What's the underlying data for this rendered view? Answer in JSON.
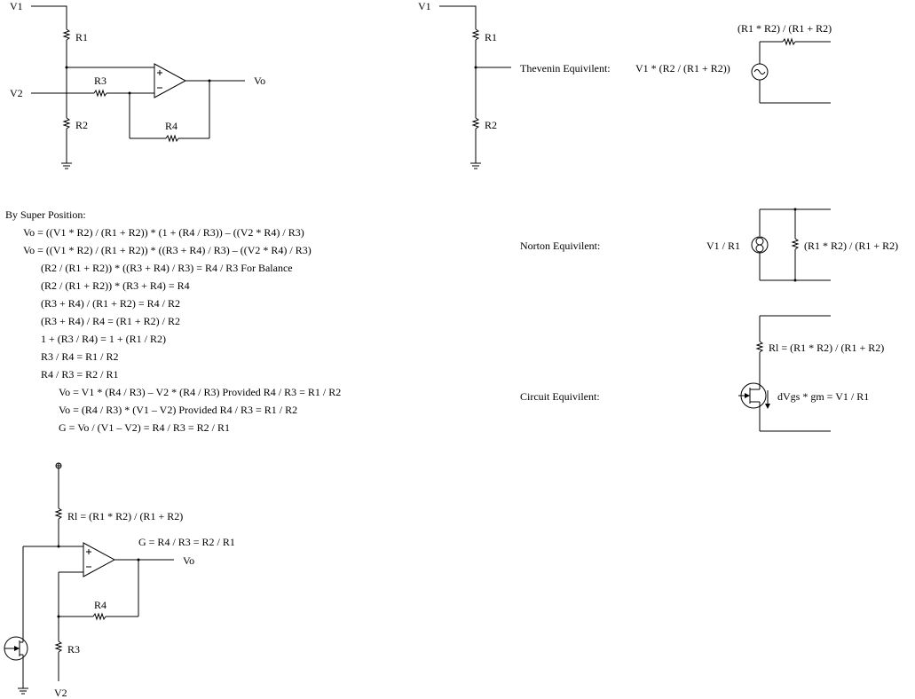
{
  "circuit1": {
    "v1": "V1",
    "v2": "V2",
    "r1": "R1",
    "r2": "R2",
    "r3": "R3",
    "r4": "R4",
    "vo": "Vo"
  },
  "circuit2": {
    "v1": "V1",
    "r1": "R1",
    "r2": "R2",
    "thevenin_label": "Thevenin Equivilent:",
    "thevenin_source": "V1 * (R2 / (R1 + R2))",
    "thevenin_resistor": "(R1 * R2) / (R1 + R2)"
  },
  "norton": {
    "label": "Norton Equivilent:",
    "source": "V1 / R1",
    "resistor": "(R1 * R2) / (R1 + R2)"
  },
  "circuit_equiv": {
    "label": "Circuit Equivilent:",
    "resistor": "Rl = (R1 * R2) / (R1 + R2)",
    "source": "dVgs * gm = V1 / R1"
  },
  "superposition": {
    "heading": "By Super Position:",
    "lines": [
      "Vo = ((V1 * R2) / (R1 + R2)) * (1 + (R4 / R3)) – ((V2 * R4) / R3)",
      "Vo = ((V1 * R2) / (R1 + R2)) * ((R3 + R4) / R3) – ((V2 * R4) / R3)",
      "(R2 / (R1 + R2)) * ((R3 + R4) / R3) = R4 / R3 For Balance",
      "(R2 / (R1 + R2)) * (R3 + R4) = R4",
      "(R3 + R4) / (R1 + R2) = R4 / R2",
      "(R3 + R4) / R4 = (R1 + R2) / R2",
      "1 + (R3 / R4) = 1 + (R1 / R2)",
      "R3 / R4 = R1 / R2",
      "R4 / R3 = R2 / R1",
      "Vo = V1 * (R4 / R3) – V2 * (R4 / R3) Provided R4 / R3 = R1 / R2",
      "Vo = (R4 / R3) * (V1 – V2) Provided R4 / R3 = R1 / R2",
      "G = Vo / (V1 – V2) = R4 / R3 = R2 / R1"
    ]
  },
  "circuit3": {
    "rl": "Rl = (R1 * R2) / (R1 + R2)",
    "gain": "G = R4 / R3 = R2 / R1",
    "vo": "Vo",
    "r4": "R4",
    "r3": "R3",
    "v2": "V2"
  }
}
